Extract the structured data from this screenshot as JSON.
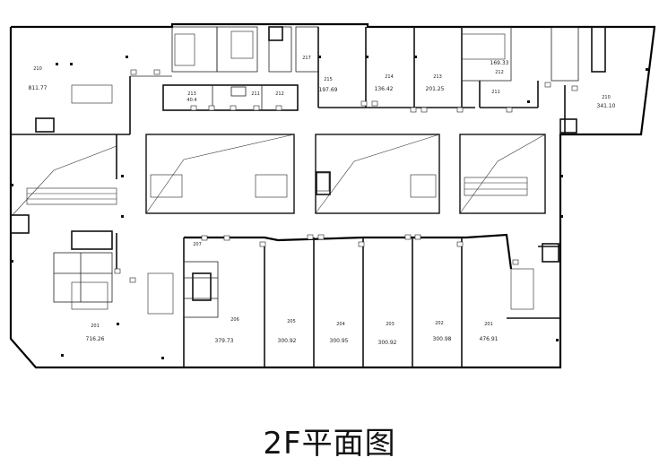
{
  "title": "2F平面图",
  "units": [
    {
      "no": "210",
      "area": "811.77"
    },
    {
      "no": "213",
      "area": "",
      "sub": "40.4"
    },
    {
      "no": "212",
      "area": ""
    },
    {
      "no": "211",
      "area": ""
    },
    {
      "no": "217",
      "area": ""
    },
    {
      "no": "215",
      "area": "197.69"
    },
    {
      "no": "214",
      "area": "136.42"
    },
    {
      "no": "213",
      "area": "201.25"
    },
    {
      "no": "212",
      "area": "169.33"
    },
    {
      "no": "211",
      "area": ""
    },
    {
      "no": "210",
      "area": "341.10"
    },
    {
      "no": "201",
      "area": "716.26"
    },
    {
      "no": "207",
      "area": ""
    },
    {
      "no": "206",
      "area": "379.73"
    },
    {
      "no": "205",
      "area": "300.92"
    },
    {
      "no": "204",
      "area": "300.95"
    },
    {
      "no": "203",
      "area": "300.92"
    },
    {
      "no": "202",
      "area": "300.98"
    },
    {
      "no": "201",
      "area": "476.91"
    }
  ]
}
